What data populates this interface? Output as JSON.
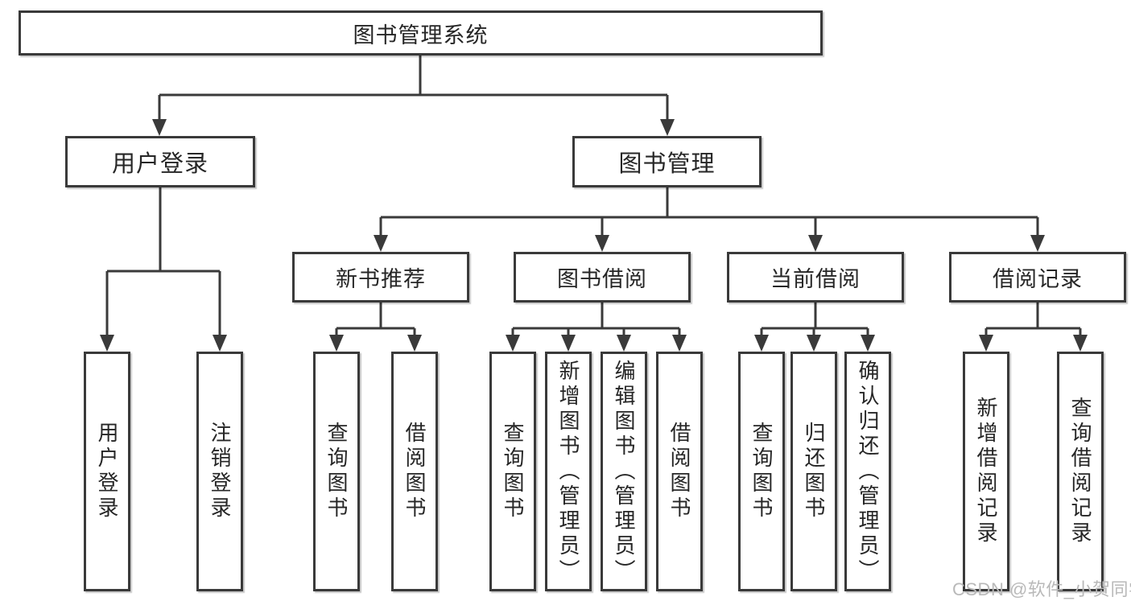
{
  "colors": {
    "line": "#3a3a3a",
    "box_border": "#3a3a3a",
    "box_fill": "#ffffff",
    "text": "#262626",
    "watermark": "#b9b9b9",
    "background": "#ffffff"
  },
  "watermark": {
    "text": "CSDN @软件_小贺同学"
  },
  "tree": {
    "label": "图书管理系统",
    "children": [
      {
        "label": "用户登录",
        "children": [
          {
            "label": "用户登录"
          },
          {
            "label": "注销登录"
          }
        ]
      },
      {
        "label": "图书管理",
        "children": [
          {
            "label": "新书推荐",
            "children": [
              {
                "label": "查询图书"
              },
              {
                "label": "借阅图书"
              }
            ]
          },
          {
            "label": "图书借阅",
            "children": [
              {
                "label": "查询图书"
              },
              {
                "label": "新增图书（管理员）"
              },
              {
                "label": "编辑图书（管理员）"
              },
              {
                "label": "借阅图书"
              }
            ]
          },
          {
            "label": "当前借阅",
            "children": [
              {
                "label": "查询图书"
              },
              {
                "label": "归还图书"
              },
              {
                "label": "确认归还（管理员）"
              }
            ]
          },
          {
            "label": "借阅记录",
            "children": [
              {
                "label": "新增借阅记录"
              },
              {
                "label": "查询借阅记录"
              }
            ]
          }
        ]
      }
    ]
  }
}
